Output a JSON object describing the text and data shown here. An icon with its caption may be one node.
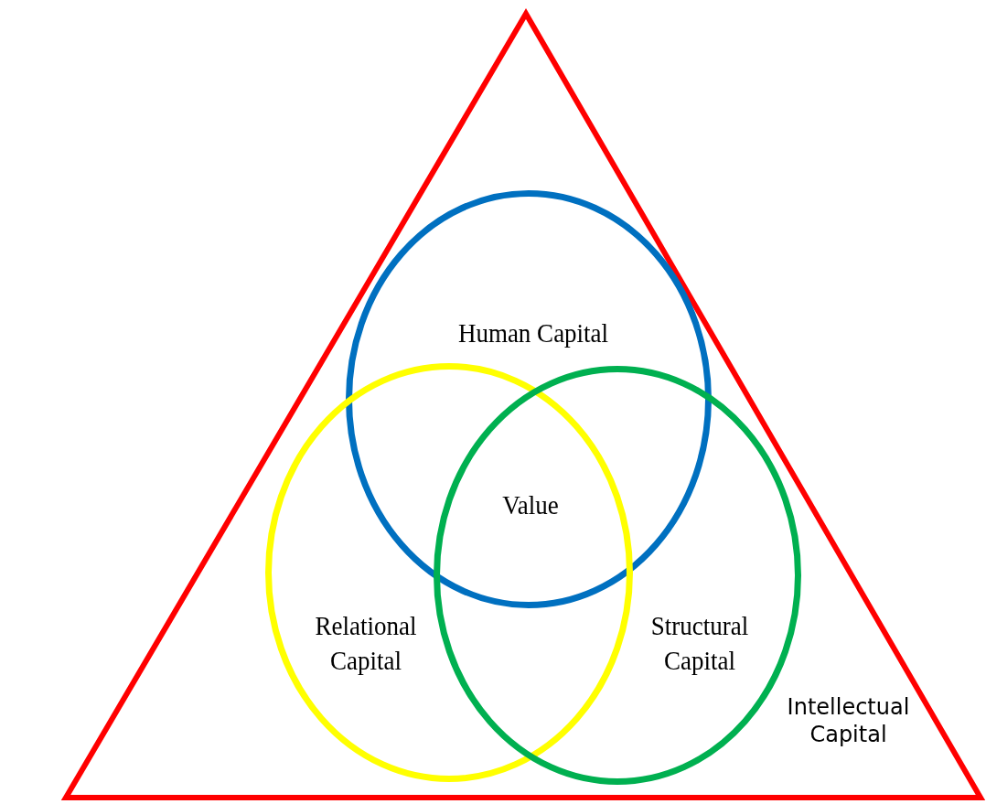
{
  "diagram": {
    "nodes": [
      {
        "text": [
          "Intellectual Capital"
        ]
      },
      {
        "text": [
          "Human Capital"
        ],
        "in": 0
      },
      {
        "text": [
          "Relational Capital"
        ],
        "in": 0
      },
      {
        "text": [
          "Structural Capital"
        ],
        "in": 0
      }
    ],
    "labels": [
      "Value"
    ]
  }
}
